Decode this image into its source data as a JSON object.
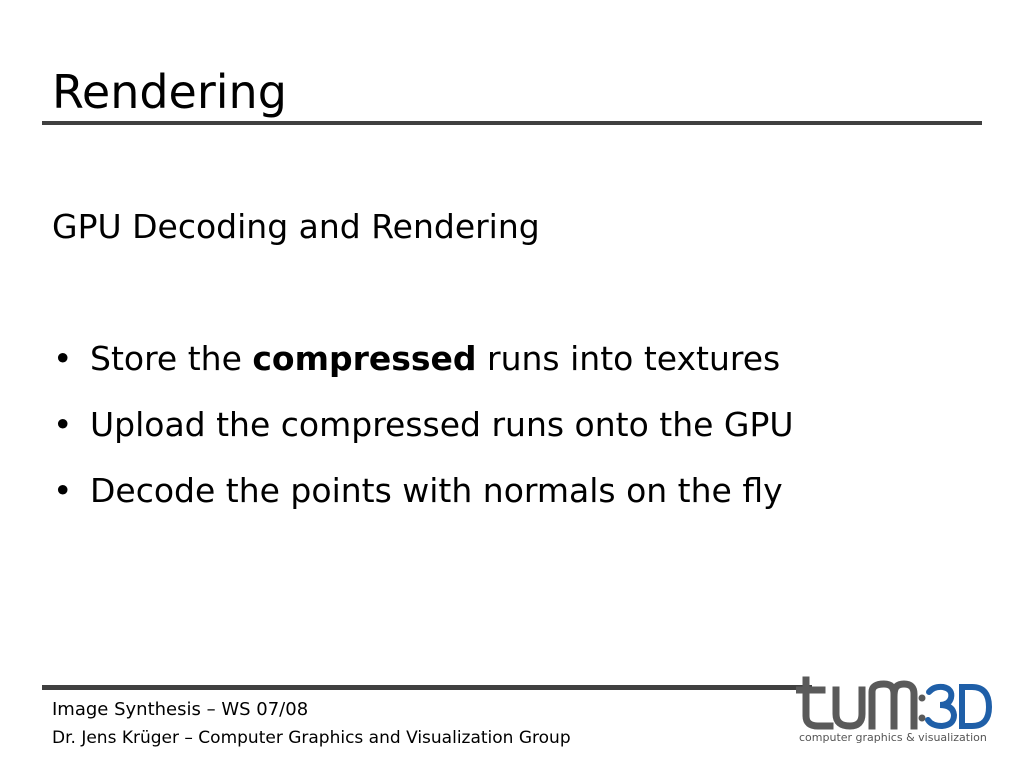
{
  "slide": {
    "title": "Rendering",
    "subtitle": "GPU Decoding and Rendering",
    "bullets": [
      {
        "prefix": "Store the ",
        "bold": "compressed",
        "suffix": " runs into textures"
      },
      {
        "prefix": "Upload the compressed runs onto the GPU",
        "bold": "",
        "suffix": ""
      },
      {
        "prefix": "Decode the points with normals on the fly",
        "bold": "",
        "suffix": ""
      }
    ],
    "bullet_symbol": "•"
  },
  "footer": {
    "line1": "Image Synthesis – WS 07/08",
    "line2": "Dr. Jens Krüger – Computer Graphics and Visualization Group"
  },
  "logo": {
    "icon": "tum3d-logo-icon",
    "caption": "computer graphics & visualization",
    "colors": {
      "tum": "#5a5a5a",
      "three_d": "#1f5fa8"
    }
  }
}
